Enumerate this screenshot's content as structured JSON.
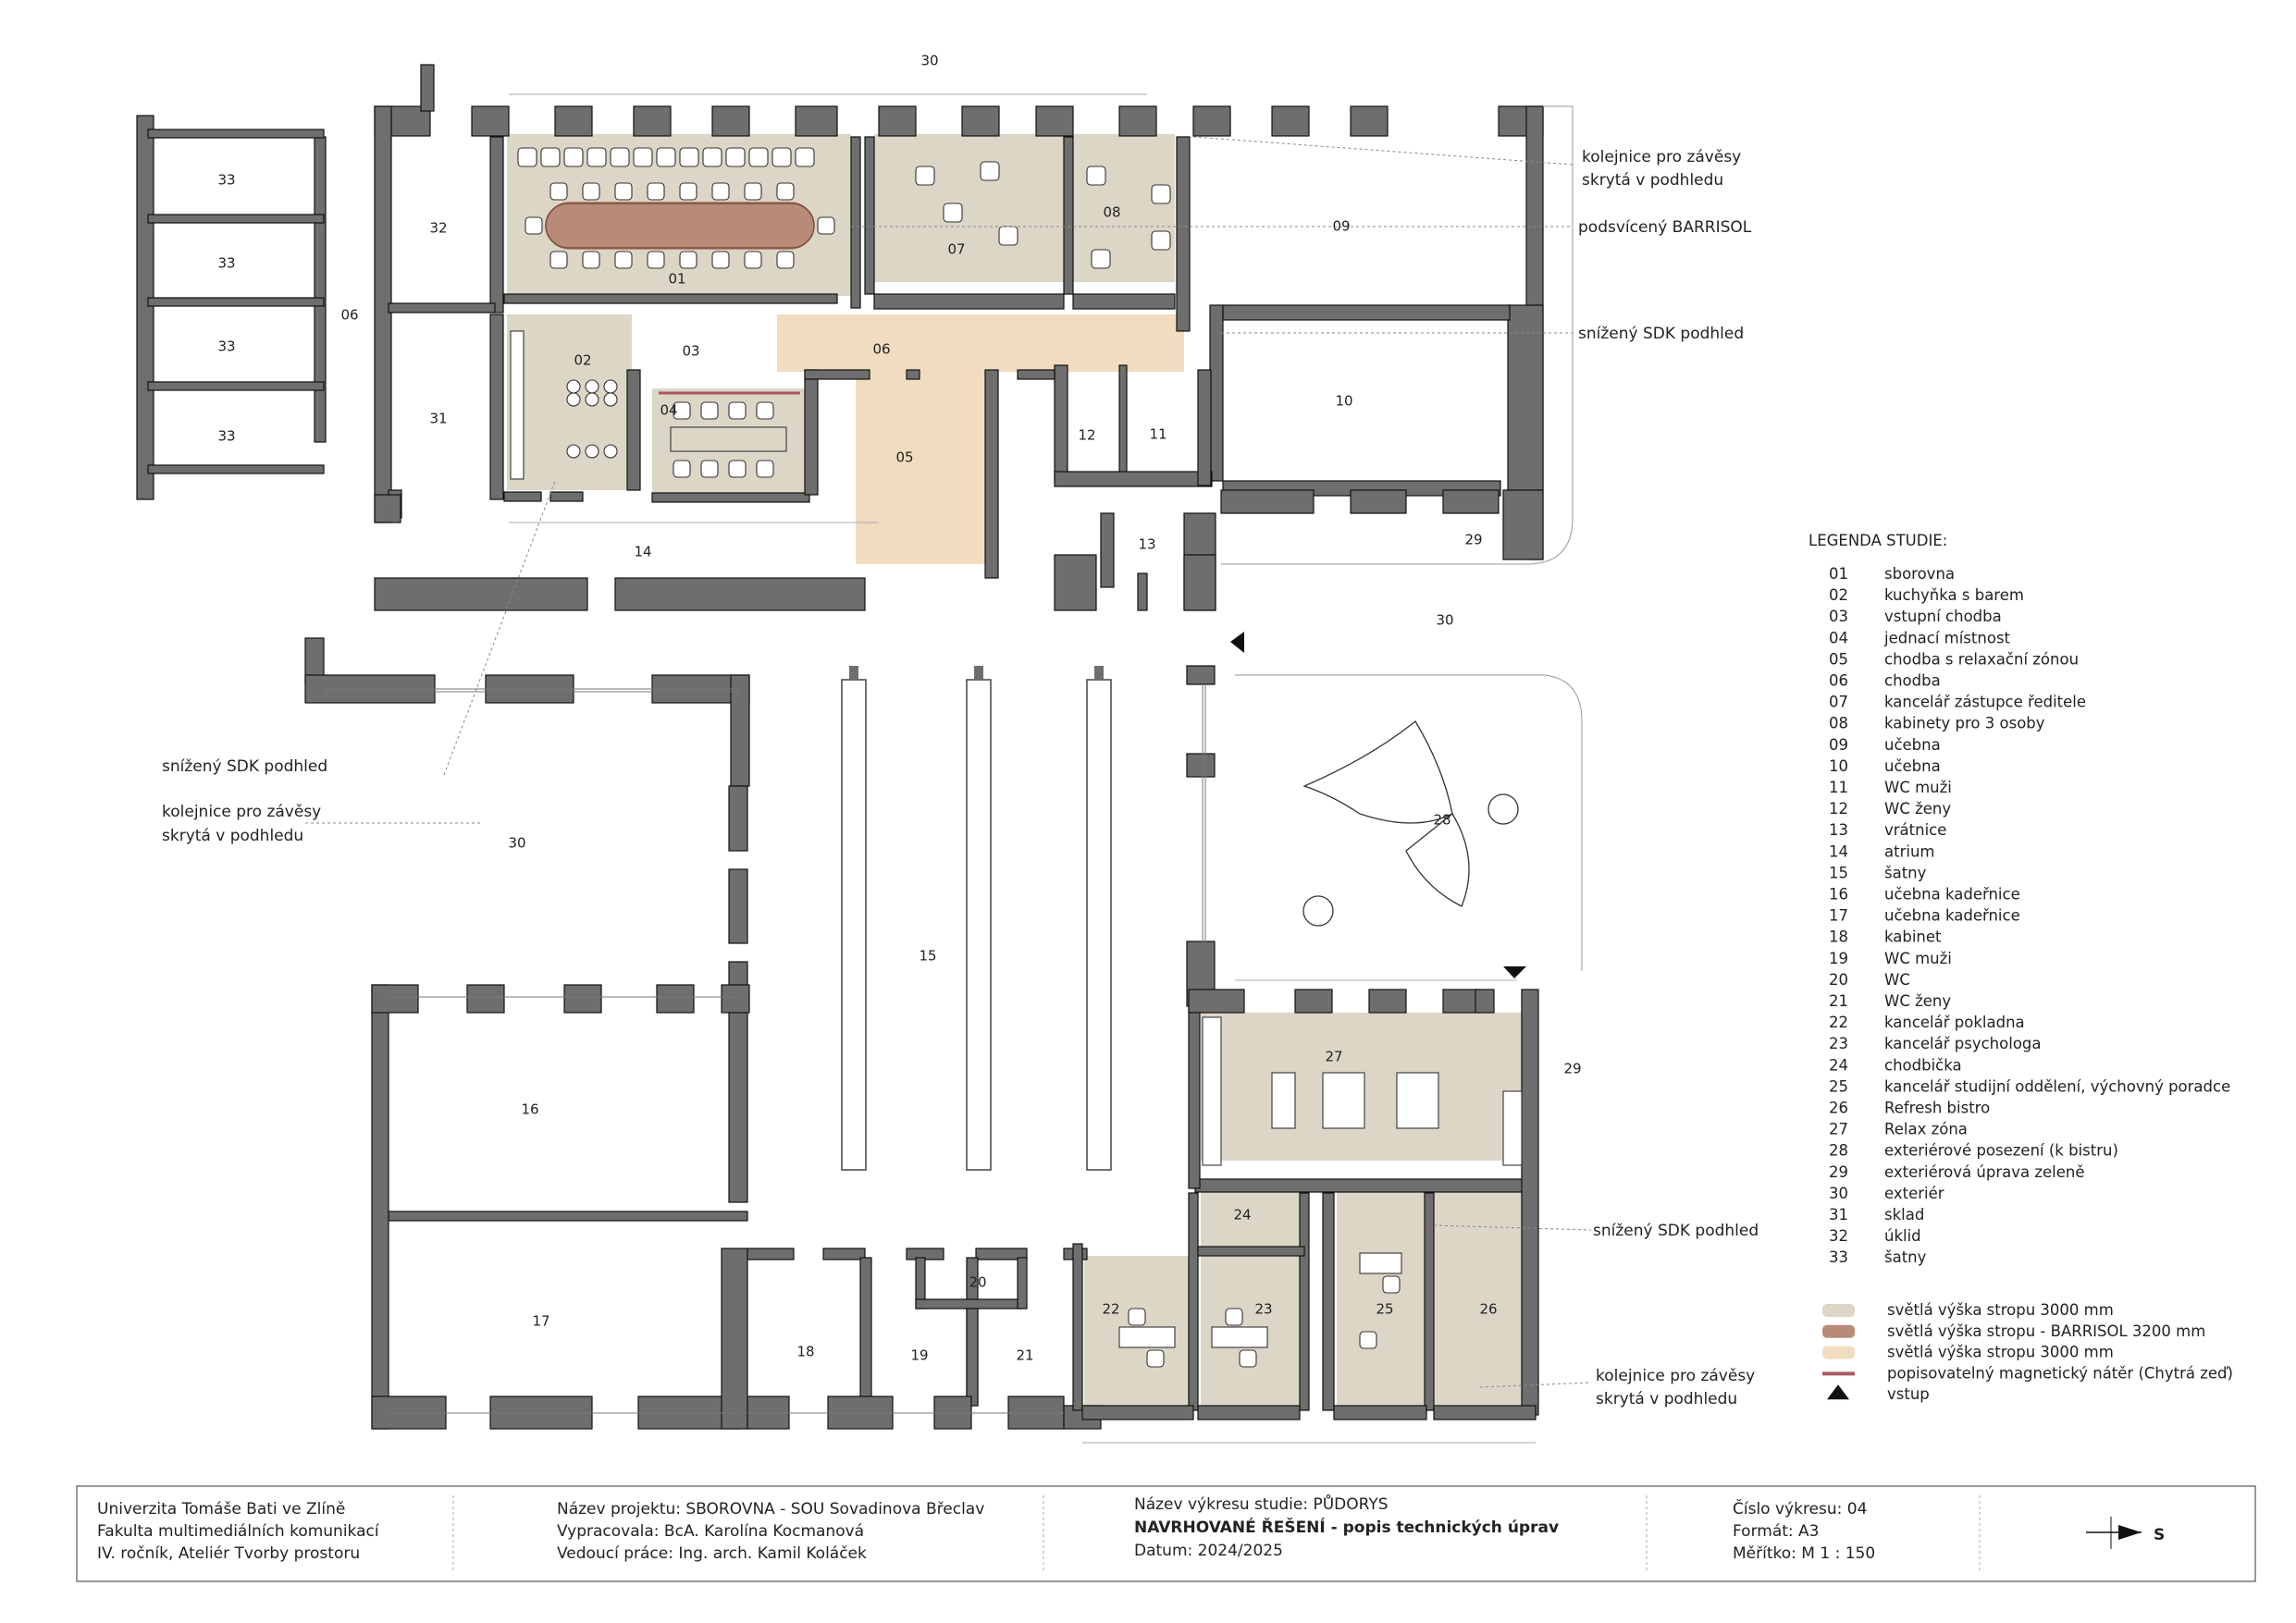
{
  "notes": {
    "rail_top_1": "kolejnice pro závěsy",
    "rail_top_2": "skrytá v podhledu",
    "barrisol": "podsvícený BARRISOL",
    "sdk_top": "snížený SDK podhled",
    "sdk_left": "snížený SDK podhled",
    "rail_left_1": "kolejnice pro závěsy",
    "rail_left_2": "skrytá v podhledu",
    "sdk_right": "snížený SDK podhled",
    "rail_bottom_1": "kolejnice pro závěsy",
    "rail_bottom_2": "skrytá v podhledu"
  },
  "rooms": {
    "r01": "01",
    "r02": "02",
    "r03": "03",
    "r04": "04",
    "r05": "05",
    "r06a": "06",
    "r06b": "06",
    "r07": "07",
    "r08": "08",
    "r09": "09",
    "r10": "10",
    "r11": "11",
    "r12": "12",
    "r13": "13",
    "r14": "14",
    "r15": "15",
    "r16": "16",
    "r17": "17",
    "r18": "18",
    "r19": "19",
    "r20": "20",
    "r21": "21",
    "r22": "22",
    "r23": "23",
    "r24": "24",
    "r25": "25",
    "r26": "26",
    "r27": "27",
    "r28": "28",
    "r29a": "29",
    "r29b": "29",
    "r30a": "30",
    "r30b": "30",
    "r30c": "30",
    "r31": "31",
    "r32": "32",
    "r33a": "33",
    "r33b": "33",
    "r33c": "33",
    "r33d": "33"
  },
  "legend": {
    "title": "LEGENDA STUDIE:",
    "items": [
      {
        "code": "01",
        "name": "sborovna"
      },
      {
        "code": "02",
        "name": "kuchyňka s barem"
      },
      {
        "code": "03",
        "name": "vstupní chodba"
      },
      {
        "code": "04",
        "name": "jednací místnost"
      },
      {
        "code": "05",
        "name": "chodba s relaxační zónou"
      },
      {
        "code": "06",
        "name": "chodba"
      },
      {
        "code": "07",
        "name": "kancelář zástupce ředitele"
      },
      {
        "code": "08",
        "name": "kabinety pro 3 osoby"
      },
      {
        "code": "09",
        "name": "učebna"
      },
      {
        "code": "10",
        "name": "učebna"
      },
      {
        "code": "11",
        "name": "WC muži"
      },
      {
        "code": "12",
        "name": "WC ženy"
      },
      {
        "code": "13",
        "name": "vrátnice"
      },
      {
        "code": "14",
        "name": "atrium"
      },
      {
        "code": "15",
        "name": "šatny"
      },
      {
        "code": "16",
        "name": "učebna kadeřnice"
      },
      {
        "code": "17",
        "name": "učebna kadeřnice"
      },
      {
        "code": "18",
        "name": "kabinet"
      },
      {
        "code": "19",
        "name": "WC muži"
      },
      {
        "code": "20",
        "name": "WC"
      },
      {
        "code": "21",
        "name": "WC ženy"
      },
      {
        "code": "22",
        "name": "kancelář pokladna"
      },
      {
        "code": "23",
        "name": "kancelář psychologa"
      },
      {
        "code": "24",
        "name": "chodbička"
      },
      {
        "code": "25",
        "name": "kancelář studijní oddělení, výchovný poradce"
      },
      {
        "code": "26",
        "name": "Refresh bistro"
      },
      {
        "code": "27",
        "name": "Relax zóna"
      },
      {
        "code": "28",
        "name": "exteriérové posezení (k bistru)"
      },
      {
        "code": "29",
        "name": "exteriérová úprava zeleně"
      },
      {
        "code": "30",
        "name": "exteriér"
      },
      {
        "code": "31",
        "name": "sklad"
      },
      {
        "code": "32",
        "name": "úklid"
      },
      {
        "code": "33",
        "name": "šatny"
      }
    ],
    "swatches": [
      {
        "color": "#dcd6c7",
        "label": "světlá výška stropu 3000 mm"
      },
      {
        "color": "#b88a78",
        "label": "světlá výška stropu - BARRISOL 3200 mm"
      },
      {
        "color": "#f1dcbf",
        "label": "světlá výška stropu 3000 mm"
      },
      {
        "color": "#a9585f",
        "label": "popisovatelný magnetický nátěr (Chytrá zeď)"
      },
      {
        "color": "#111111",
        "label": "vstup"
      }
    ]
  },
  "titleblock": {
    "uni1": "Univerzita Tomáše Bati ve Zlíně",
    "uni2": "Fakulta multimediálních komunikací",
    "uni3": "IV. ročník, Ateliér Tvorby prostoru",
    "proj1": "Název projektu: SBOROVNA - SOU Sovadinova Břeclav",
    "proj2": "Vypracovala: BcA. Karolína Kocmanová",
    "proj3": "Vedoucí práce: Ing. arch. Kamil Koláček",
    "draw1": "Název výkresu studie: PŮDORYS",
    "draw2": "NAVRHOVANÉ ŘEŠENÍ - popis technických úprav",
    "draw3": "Datum: 2024/2025",
    "num1": "Číslo výkresu: 04",
    "num2": "Formát: A3",
    "num3": "Měřítko: M 1 : 150",
    "north": "S"
  },
  "colors": {
    "wall": "#6e6e6e",
    "fill_grey": "#dcd6c7",
    "fill_barrisol": "#b88a78",
    "fill_corridor": "#f1dcbf",
    "magnetic": "#a9585f"
  }
}
